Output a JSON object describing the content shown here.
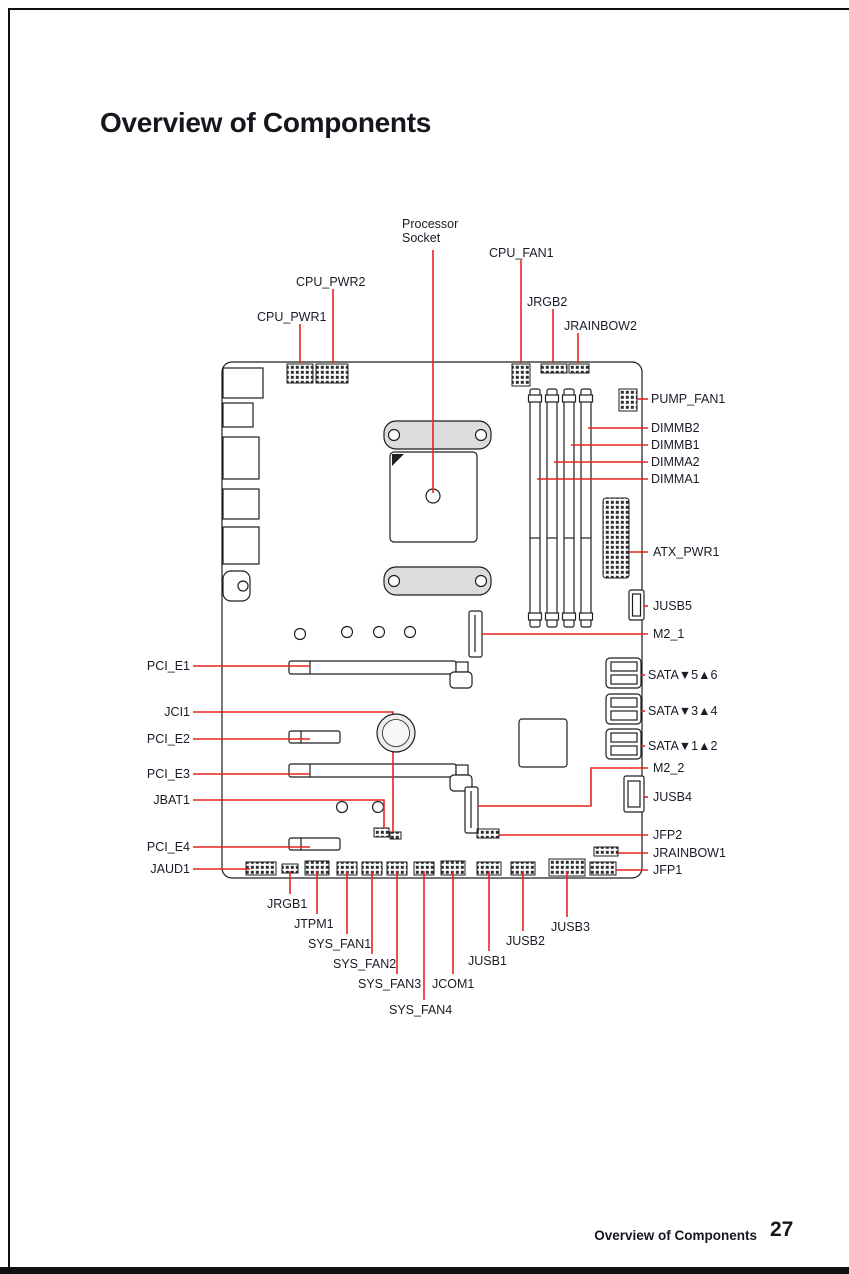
{
  "colors": {
    "callout_line": "#e8231f",
    "label_text": "#1b1b27",
    "heading_text": "#16161e",
    "board_line": "#1f1f1f",
    "bracket_fill": "#dcdcdc"
  },
  "page": {
    "title": "Overview of Components",
    "footer_section": "Overview of Components",
    "footer_page": "27"
  },
  "labels": {
    "processor_socket": "Processor Socket",
    "cpu_fan1": "CPU_FAN1",
    "cpu_pwr2": "CPU_PWR2",
    "cpu_pwr1": "CPU_PWR1",
    "jrgb2": "JRGB2",
    "jrainbow2": "JRAINBOW2",
    "pump_fan1": "PUMP_FAN1",
    "dimmb2": "DIMMB2",
    "dimmb1": "DIMMB1",
    "dimma2": "DIMMA2",
    "dimma1": "DIMMA1",
    "atx_pwr1": "ATX_PWR1",
    "jusb5": "JUSB5",
    "m2_1": "M2_1",
    "pci_e1": "PCI_E1",
    "sata56": "SATA▼5▲6",
    "jci1": "JCI1",
    "sata34": "SATA▼3▲4",
    "pci_e2": "PCI_E2",
    "sata12": "SATA▼1▲2",
    "pci_e3": "PCI_E3",
    "m2_2": "M2_2",
    "jbat1": "JBAT1",
    "jusb4": "JUSB4",
    "pci_e4": "PCI_E4",
    "jfp2": "JFP2",
    "jrainbow1": "JRAINBOW1",
    "jaud1": "JAUD1",
    "jfp1": "JFP1",
    "jrgb1": "JRGB1",
    "jtpm1": "JTPM1",
    "sys_fan1": "SYS_FAN1",
    "sys_fan2": "SYS_FAN2",
    "sys_fan3": "SYS_FAN3",
    "jcom1": "JCOM1",
    "sys_fan4": "SYS_FAN4",
    "jusb1": "JUSB1",
    "jusb2": "JUSB2",
    "jusb3": "JUSB3"
  }
}
